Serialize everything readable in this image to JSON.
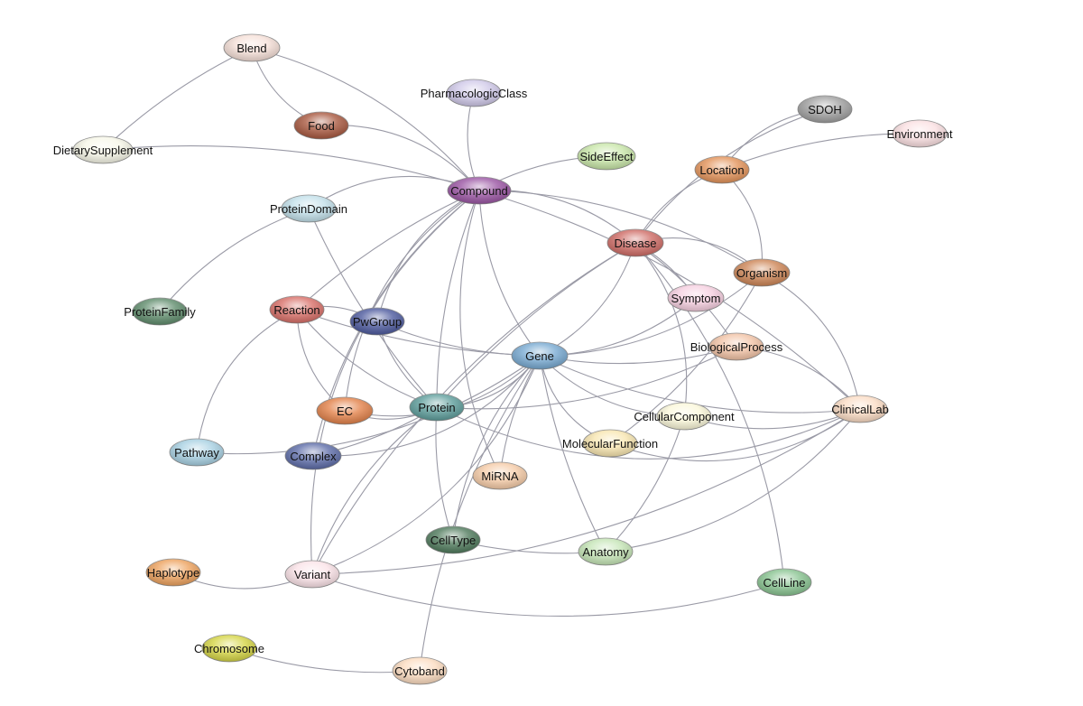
{
  "nodes": [
    {
      "id": "blend",
      "label": "Blend",
      "color": "#f6e0d8"
    },
    {
      "id": "pharmacologic-class",
      "label": "PharmacologicClass",
      "color": "#cfc8e8"
    },
    {
      "id": "food",
      "label": "Food",
      "color": "#a8583f"
    },
    {
      "id": "dietary-supplement",
      "label": "DietarySupplement",
      "color": "#f7f7e8"
    },
    {
      "id": "side-effect",
      "label": "SideEffect",
      "color": "#c8e6a8"
    },
    {
      "id": "sdoh",
      "label": "SDOH",
      "color": "#a0a0a0"
    },
    {
      "id": "environment",
      "label": "Environment",
      "color": "#fbe0e2"
    },
    {
      "id": "location",
      "label": "Location",
      "color": "#e3935a"
    },
    {
      "id": "compound",
      "label": "Compound",
      "color": "#9a55a3"
    },
    {
      "id": "protein-domain",
      "label": "ProteinDomain",
      "color": "#c2e0ea"
    },
    {
      "id": "disease",
      "label": "Disease",
      "color": "#cf6c66"
    },
    {
      "id": "organism",
      "label": "Organism",
      "color": "#cd8556"
    },
    {
      "id": "symptom",
      "label": "Symptom",
      "color": "#f6cfe0"
    },
    {
      "id": "protein-family",
      "label": "ProteinFamily",
      "color": "#5f8c6c"
    },
    {
      "id": "reaction",
      "label": "Reaction",
      "color": "#d86f68"
    },
    {
      "id": "pw-group",
      "label": "PwGroup",
      "color": "#4d5a9e"
    },
    {
      "id": "biological-process",
      "label": "BiologicalProcess",
      "color": "#f2c3a6"
    },
    {
      "id": "gene",
      "label": "Gene",
      "color": "#78aad2"
    },
    {
      "id": "ec",
      "label": "EC",
      "color": "#e3824a"
    },
    {
      "id": "protein",
      "label": "Protein",
      "color": "#5e9e9c"
    },
    {
      "id": "cellular-component",
      "label": "CellularComponent",
      "color": "#fbf8da"
    },
    {
      "id": "clinical-lab",
      "label": "ClinicalLab",
      "color": "#fbdcc4"
    },
    {
      "id": "molecular-function",
      "label": "MolecularFunction",
      "color": "#f8e6b0"
    },
    {
      "id": "pathway",
      "label": "Pathway",
      "color": "#a7d0e2"
    },
    {
      "id": "complex",
      "label": "Complex",
      "color": "#5d6ca8"
    },
    {
      "id": "mirna",
      "label": "MiRNA",
      "color": "#f6cca8"
    },
    {
      "id": "cell-type",
      "label": "CellType",
      "color": "#4f7a5c"
    },
    {
      "id": "anatomy",
      "label": "Anatomy",
      "color": "#c5e5b6"
    },
    {
      "id": "cell-line",
      "label": "CellLine",
      "color": "#88c390"
    },
    {
      "id": "haplotype",
      "label": "Haplotype",
      "color": "#eda25e"
    },
    {
      "id": "variant",
      "label": "Variant",
      "color": "#fbe3e8"
    },
    {
      "id": "chromosome",
      "label": "Chromosome",
      "color": "#d5d545"
    },
    {
      "id": "cytoband",
      "label": "Cytoband",
      "color": "#fcdcc0"
    }
  ],
  "edges": [
    [
      "blend",
      "dietary-supplement"
    ],
    [
      "blend",
      "food"
    ],
    [
      "blend",
      "compound"
    ],
    [
      "dietary-supplement",
      "compound"
    ],
    [
      "food",
      "compound"
    ],
    [
      "pharmacologic-class",
      "compound"
    ],
    [
      "side-effect",
      "compound"
    ],
    [
      "compound",
      "protein-domain"
    ],
    [
      "compound",
      "disease"
    ],
    [
      "compound",
      "organism"
    ],
    [
      "compound",
      "reaction"
    ],
    [
      "compound",
      "pw-group"
    ],
    [
      "compound",
      "gene"
    ],
    [
      "compound",
      "protein"
    ],
    [
      "compound",
      "ec"
    ],
    [
      "compound",
      "complex"
    ],
    [
      "compound",
      "clinical-lab"
    ],
    [
      "compound",
      "variant"
    ],
    [
      "compound",
      "mirna"
    ],
    [
      "protein-domain",
      "protein-family"
    ],
    [
      "protein-domain",
      "protein"
    ],
    [
      "sdoh",
      "location"
    ],
    [
      "sdoh",
      "disease"
    ],
    [
      "location",
      "environment"
    ],
    [
      "location",
      "organism"
    ],
    [
      "location",
      "disease"
    ],
    [
      "disease",
      "symptom"
    ],
    [
      "disease",
      "organism"
    ],
    [
      "disease",
      "gene"
    ],
    [
      "disease",
      "variant"
    ],
    [
      "disease",
      "protein"
    ],
    [
      "disease",
      "cellular-component"
    ],
    [
      "disease",
      "cell-line"
    ],
    [
      "disease",
      "biological-process"
    ],
    [
      "organism",
      "clinical-lab"
    ],
    [
      "organism",
      "gene"
    ],
    [
      "organism",
      "molecular-function"
    ],
    [
      "reaction",
      "pathway"
    ],
    [
      "reaction",
      "pw-group"
    ],
    [
      "reaction",
      "protein"
    ],
    [
      "reaction",
      "gene"
    ],
    [
      "reaction",
      "ec"
    ],
    [
      "pw-group",
      "protein"
    ],
    [
      "pw-group",
      "gene"
    ],
    [
      "gene",
      "protein"
    ],
    [
      "gene",
      "symptom"
    ],
    [
      "gene",
      "biological-process"
    ],
    [
      "gene",
      "molecular-function"
    ],
    [
      "gene",
      "cellular-component"
    ],
    [
      "gene",
      "clinical-lab"
    ],
    [
      "gene",
      "anatomy"
    ],
    [
      "gene",
      "variant"
    ],
    [
      "gene",
      "cell-type"
    ],
    [
      "gene",
      "mirna"
    ],
    [
      "gene",
      "complex"
    ],
    [
      "gene",
      "pathway"
    ],
    [
      "gene",
      "cytoband"
    ],
    [
      "gene",
      "ec"
    ],
    [
      "biological-process",
      "clinical-lab"
    ],
    [
      "biological-process",
      "protein"
    ],
    [
      "protein",
      "complex"
    ],
    [
      "protein",
      "ec"
    ],
    [
      "protein",
      "variant"
    ],
    [
      "protein",
      "cell-type"
    ],
    [
      "protein",
      "clinical-lab"
    ],
    [
      "cellular-component",
      "clinical-lab"
    ],
    [
      "cellular-component",
      "anatomy"
    ],
    [
      "molecular-function",
      "clinical-lab"
    ],
    [
      "clinical-lab",
      "anatomy"
    ],
    [
      "clinical-lab",
      "variant"
    ],
    [
      "cell-type",
      "anatomy"
    ],
    [
      "haplotype",
      "variant"
    ],
    [
      "variant",
      "cell-line"
    ],
    [
      "chromosome",
      "cytoband"
    ]
  ]
}
